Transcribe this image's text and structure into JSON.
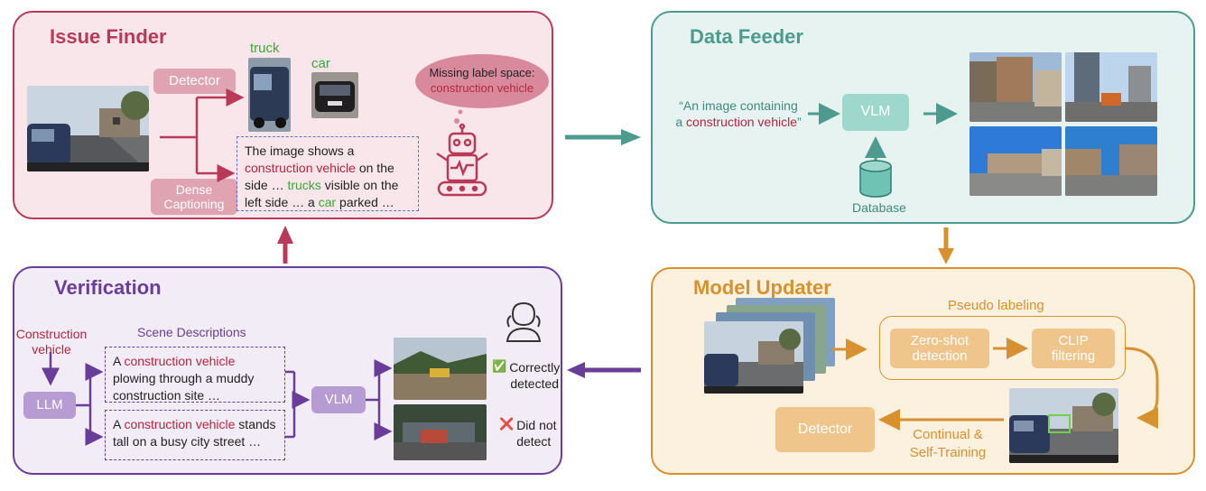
{
  "colors": {
    "issue": "#b83a58",
    "issue_bg": "#f8e6ea",
    "issue_pill": "#e0a3b2",
    "feeder": "#4c9b8e",
    "feeder_bg": "#e6f3f1",
    "feeder_pill": "#9ed8cd",
    "updater": "#d8912f",
    "updater_bg": "#fcf0df",
    "updater_pill": "#efc58b",
    "verif": "#6a3d9a",
    "verif_bg": "#f1ecf6",
    "verif_pill": "#b79bd3",
    "highlight_red": "#b5263f",
    "highlight_green": "#3aa636"
  },
  "issue_finder": {
    "title": "Issue Finder",
    "detector_label": "Detector",
    "dense_label": "Dense\nCaptioning",
    "truck_label": "truck",
    "car_label": "car",
    "bubble_line1": "Missing label space:",
    "bubble_line2": "construction vehicle",
    "caption": {
      "p1": "The image shows a ",
      "h1": "construction vehicle",
      "p2": " on the side … ",
      "h2": "trucks",
      "p3": " visible on the left side … a ",
      "h3": "car",
      "p4": " parked …"
    }
  },
  "data_feeder": {
    "title": "Data Feeder",
    "query_p1": "“An image containing",
    "query_p2": "a ",
    "query_h": "construction vehicle",
    "query_p3": "”",
    "vlm_label": "VLM",
    "database_label": "Database"
  },
  "model_updater": {
    "title": "Model Updater",
    "pseudo_label": "Pseudo labeling",
    "zeroshot_label": "Zero-shot\ndetection",
    "clip_label": "CLIP\nfiltering",
    "detector_label": "Detector",
    "continual_label": "Continual &\nSelf-Training"
  },
  "verification": {
    "title": "Verification",
    "input_label": "Construction\nvehicle",
    "llm_label": "LLM",
    "scene_label": "Scene Descriptions",
    "desc1": {
      "p1": "A ",
      "h": "construction vehicle",
      "p2": " plowing through a muddy construction site …"
    },
    "desc2": {
      "p1": "A ",
      "h": "construction vehicle",
      "p2": " stands tall on a busy city street …"
    },
    "vlm_label": "VLM",
    "correct_icon": "✅",
    "correct_label": "Correctly\ndetected",
    "wrong_icon": "❌",
    "wrong_label": "Did not\ndetect"
  }
}
